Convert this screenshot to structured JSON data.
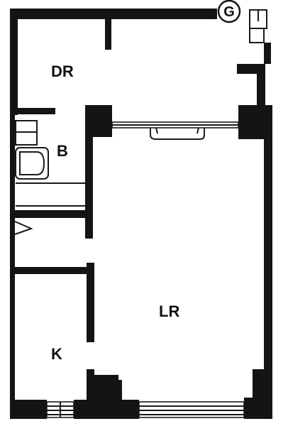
{
  "plan": {
    "marker": "G",
    "rooms": {
      "dining_room": "DR",
      "bath": "B",
      "living_room": "LR",
      "kitchen": "K"
    }
  }
}
